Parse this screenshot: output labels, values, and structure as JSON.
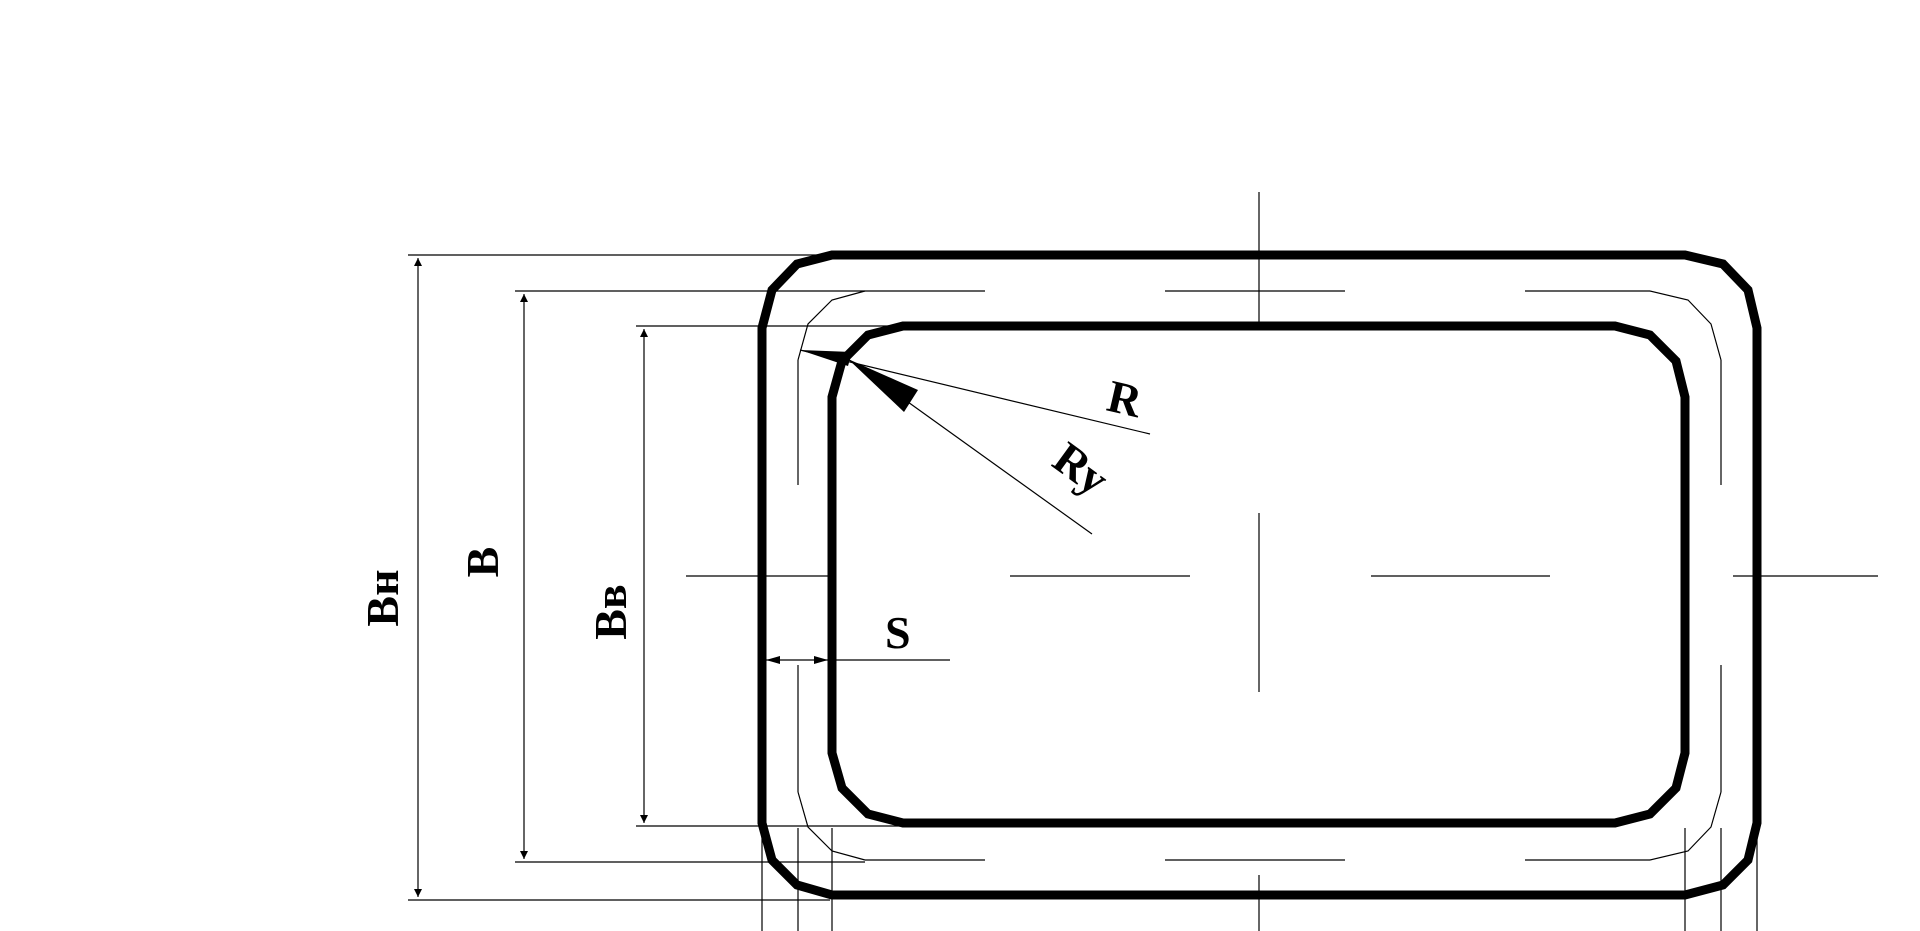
{
  "labels": {
    "outer_height": "Bн",
    "nominal_height": "B",
    "inner_height": "Bв",
    "thickness": "S",
    "radius": "R",
    "radius_inner": "Ry"
  },
  "colors": {
    "stroke": "#000000",
    "background": "#ffffff"
  }
}
